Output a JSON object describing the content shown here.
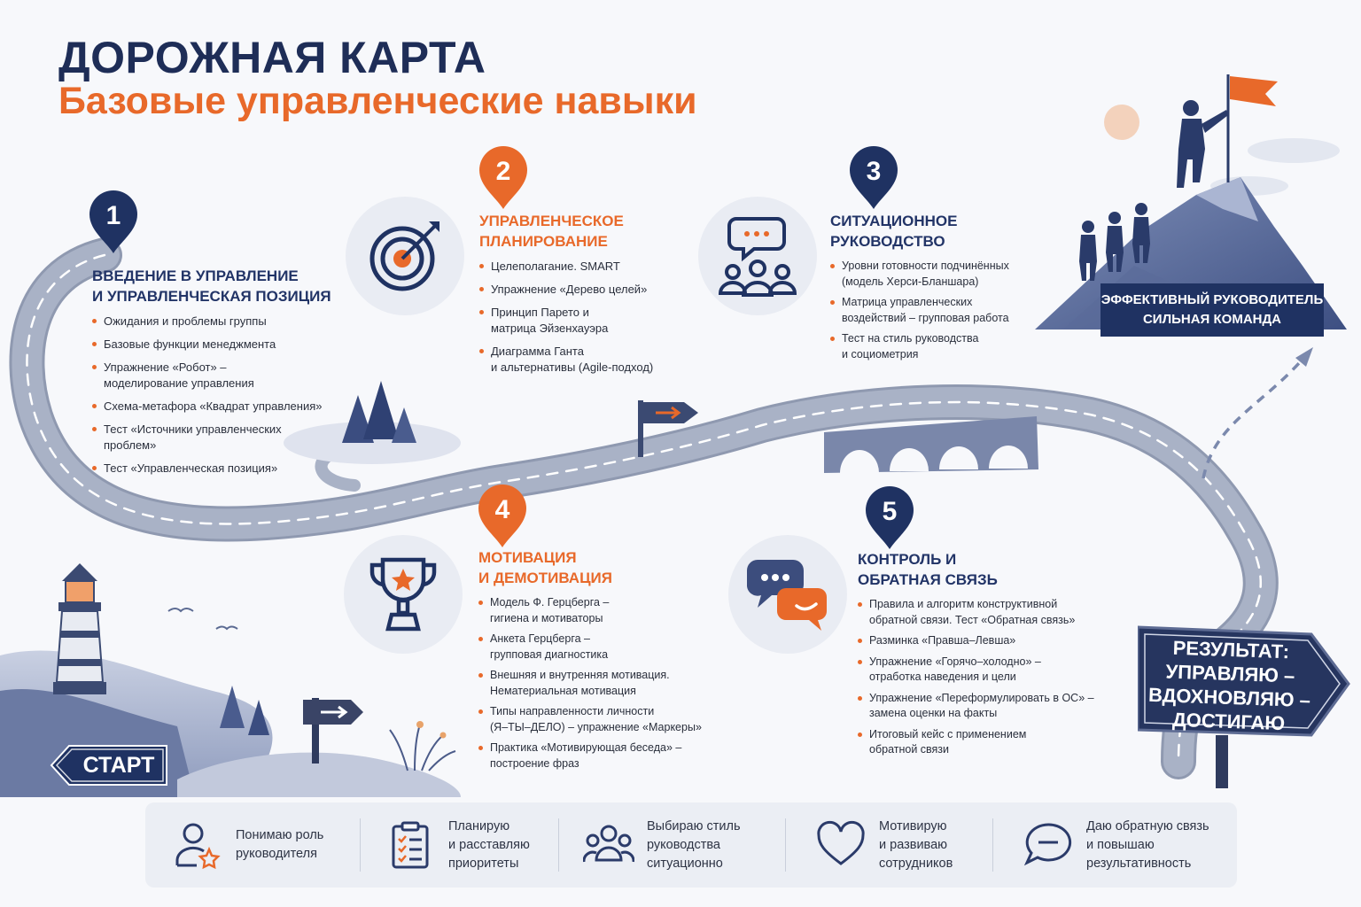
{
  "header": {
    "title": "ДОРОЖНАЯ КАРТА",
    "subtitle": "Базовые управленческие навыки"
  },
  "colors": {
    "navy": "#1f3262",
    "orange": "#e8692a",
    "road": "#9aa3b6",
    "panel": "#ebeef4"
  },
  "stages": [
    {
      "number": "1",
      "pin_color": "navy",
      "icon": "none",
      "title_lines": [
        "ВВЕДЕНИЕ В УПРАВЛЕНИЕ",
        "И УПРАВЛЕНЧЕСКАЯ ПОЗИЦИЯ"
      ],
      "items": [
        [
          "Ожидания и проблемы группы"
        ],
        [
          "Базовые функции менеджмента"
        ],
        [
          "Упражнение «Робот» –",
          "моделирование управления"
        ],
        [
          "Схема-метафора «Квадрат управления»"
        ],
        [
          "Тест «Источники управленческих",
          "проблем»"
        ],
        [
          "Тест «Управленческая позиция»"
        ]
      ]
    },
    {
      "number": "2",
      "pin_color": "orange",
      "icon": "target-icon",
      "title_lines": [
        "УПРАВЛЕНЧЕСКОЕ",
        "ПЛАНИРОВАНИЕ"
      ],
      "items": [
        [
          "Целеполагание. SMART"
        ],
        [
          "Упражнение «Дерево целей»"
        ],
        [
          "Принцип Парето и",
          "матрица Эйзенхауэра"
        ],
        [
          "Диаграмма Ганта",
          "и альтернативы (Agile-подход)"
        ]
      ]
    },
    {
      "number": "3",
      "pin_color": "navy",
      "icon": "team-chat-icon",
      "title_lines": [
        "СИТУАЦИОННОЕ",
        "РУКОВОДСТВО"
      ],
      "items": [
        [
          "Уровни готовности подчинённых",
          "(модель Херси-Бланшара)"
        ],
        [
          "Матрица управленческих",
          "воздействий – групповая работа"
        ],
        [
          "Тест на стиль руководства",
          "и социометрия"
        ]
      ]
    },
    {
      "number": "4",
      "pin_color": "orange",
      "icon": "trophy-icon",
      "title_lines": [
        "МОТИВАЦИЯ",
        "И ДЕМОТИВАЦИЯ"
      ],
      "items": [
        [
          "Модель Ф. Герцберга –",
          "гигиена и мотиваторы"
        ],
        [
          "Анкета Герцберга –",
          "групповая диагностика"
        ],
        [
          "Внешняя и внутренняя мотивация.",
          "Нематериальная мотивация"
        ],
        [
          "Типы направленности личности",
          "(Я–ТЫ–ДЕЛО) – упражнение «Маркеры»"
        ],
        [
          "Практика «Мотивирующая беседа» –",
          "построение фраз"
        ]
      ]
    },
    {
      "number": "5",
      "pin_color": "navy",
      "icon": "feedback-bubbles-icon",
      "title_lines": [
        "КОНТРОЛЬ И",
        "ОБРАТНАЯ СВЯЗЬ"
      ],
      "items": [
        [
          "Правила и алгоритм конструктивной",
          "обратной связи. Тест «Обратная связь»"
        ],
        [
          "Разминка «Правша–Левша»"
        ],
        [
          "Упражнение «Горячо–холодно» –",
          "отработка наведения и цели"
        ],
        [
          "Упражнение «Переформулировать в ОС» –",
          "замена оценки на факты"
        ],
        [
          "Итоговый кейс с применением",
          "обратной связи"
        ]
      ]
    }
  ],
  "start_label": "СТАРТ",
  "peak_banner_lines": [
    "ЭФФЕКТИВНЫЙ РУКОВОДИТЕЛЬ",
    "СИЛЬНАЯ КОМАНДА"
  ],
  "result_lines": [
    "РЕЗУЛЬТАТ:",
    "УПРАВЛЯЮ –",
    "ВДОХНОВЛЯЮ –",
    "ДОСТИГАЮ"
  ],
  "outcomes": [
    {
      "icon": "person-star-icon",
      "lines": [
        "Понимаю роль",
        "руководителя"
      ]
    },
    {
      "icon": "checklist-icon",
      "lines": [
        "Планирую",
        "и расставляю",
        "приоритеты"
      ]
    },
    {
      "icon": "group-icon",
      "lines": [
        "Выбираю стиль",
        "руководства",
        "ситуационно"
      ]
    },
    {
      "icon": "heart-icon",
      "lines": [
        "Мотивирую",
        "и развиваю",
        "сотрудников"
      ]
    },
    {
      "icon": "speech-bubble-icon",
      "lines": [
        "Даю обратную связь",
        "и повышаю",
        "результативность"
      ]
    }
  ]
}
